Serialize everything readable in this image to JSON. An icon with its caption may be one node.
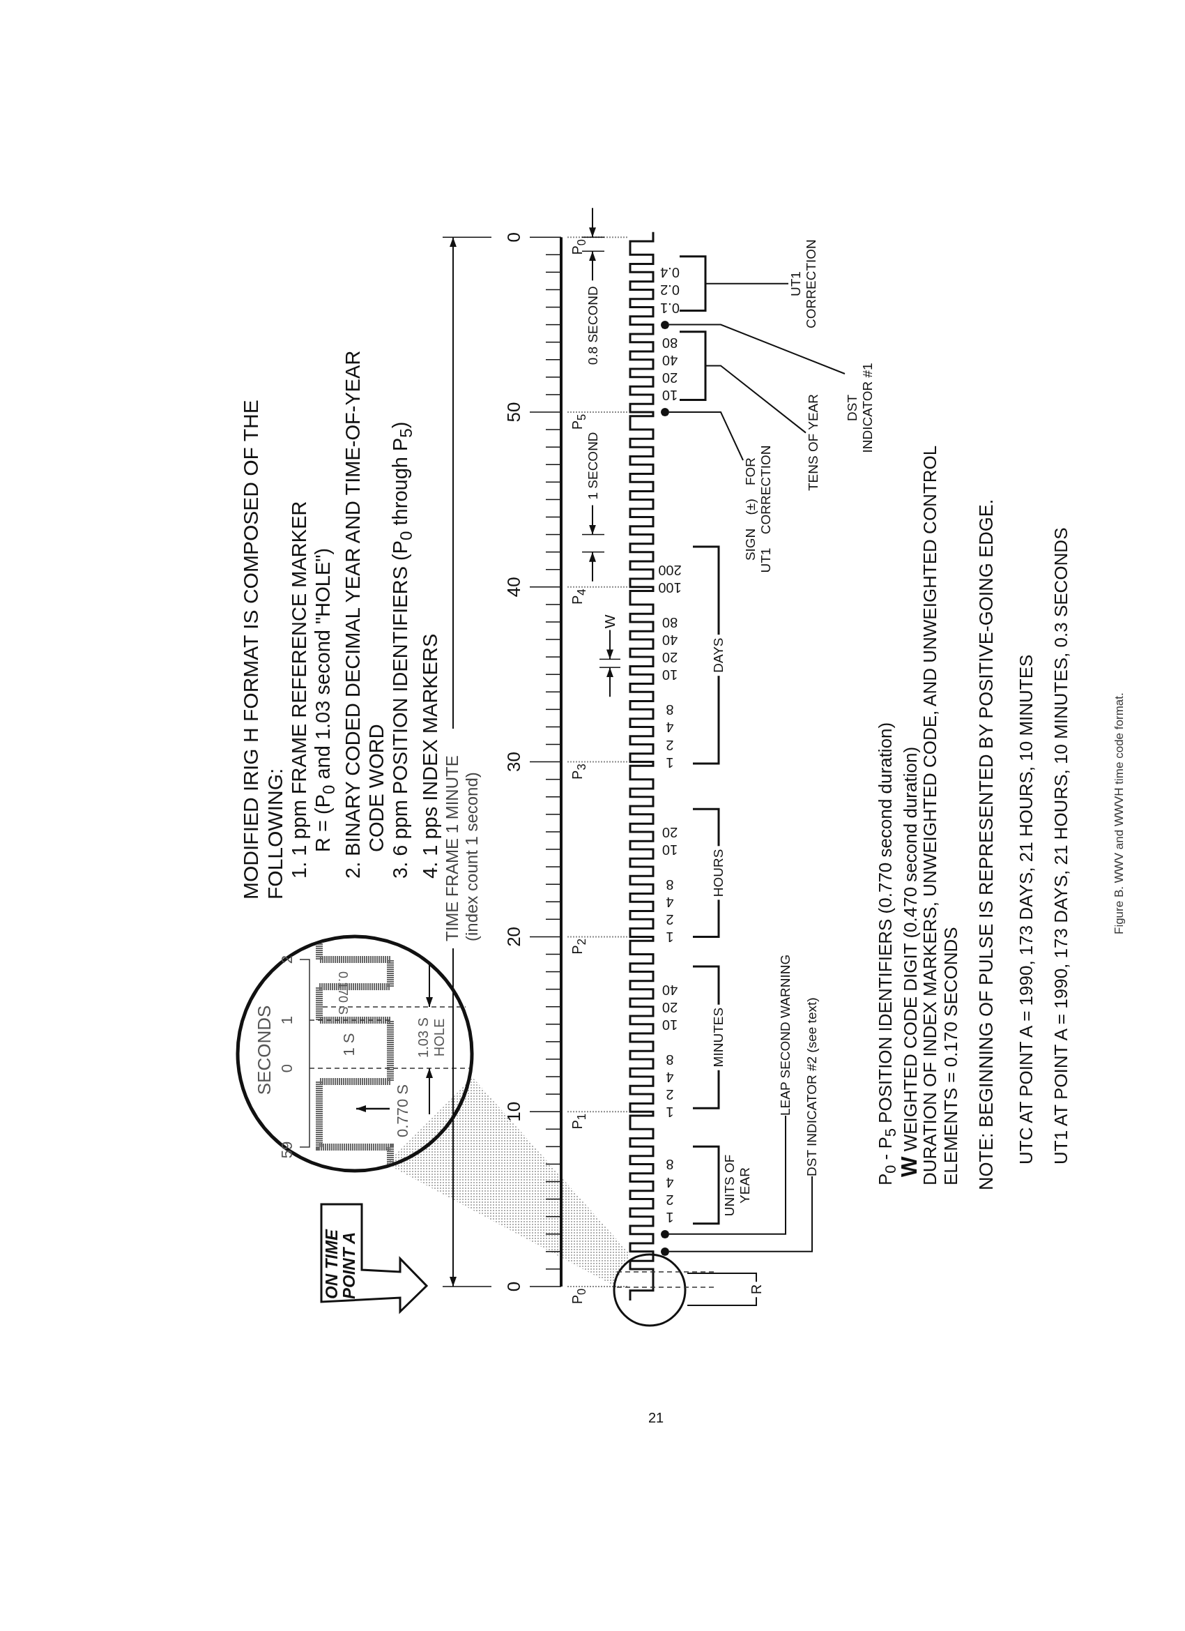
{
  "diagram": {
    "title": "MODIFIED IRIG H FORMAT IS COMPOSED OF THE FOLLOWING:",
    "caption": "Figure B. WWV and WWVH time code format.",
    "nodes": [
      {
        "text": [
          "ON TIME POINT A"
        ]
      },
      {
        "text": [
          "LEAP SECOND WARNING"
        ]
      },
      {
        "text": [
          "DST INDICATOR #2 (see text)"
        ]
      },
      {
        "text": [
          "SIGN (±) FOR UT1 CORRECTION"
        ]
      },
      {
        "text": [
          "TENS OF YEAR"
        ]
      },
      {
        "text": [
          "DST INDICATOR #1"
        ]
      },
      {
        "text": [
          "UT1 CORRECTION"
        ]
      },
      {
        "text": [],
        "shape": "circle"
      },
      {
        "text": [],
        "shape": "circle"
      },
      {
        "text": [],
        "shape": "circle"
      },
      {
        "text": [],
        "shape": "circle"
      },
      {
        "text": [],
        "shape": "bracket"
      },
      {
        "text": [],
        "shape": "bracket"
      }
    ],
    "edges": [
      {
        "from": 1,
        "to": 9,
        "arrow": "none"
      },
      {
        "from": 2,
        "to": 10,
        "arrow": "none"
      },
      {
        "from": 3,
        "to": 8,
        "arrow": "none"
      },
      {
        "from": 4,
        "to": 12,
        "arrow": "none"
      },
      {
        "from": 5,
        "to": 7,
        "arrow": "none"
      },
      {
        "from": 6,
        "to": 11,
        "arrow": "none"
      }
    ],
    "labels": [
      "1. 1 ppm FRAME REFERENCE MARKER",
      "R = (P$_{0}$ and 1.03 second \"HOLE\")",
      "2. BINARY CODED DECIMAL YEAR AND TIME-OF-YEAR CODE WORD",
      "3. 6 ppm POSITION IDENTIFIERS (P$_{0}$ through P$_{5}$)",
      "4. 1 pps INDEX MARKERS",
      "TIME FRAME 1 MINUTE (index count 1 second)",
      "SECONDS",
      "59",
      "0",
      "1",
      "2",
      "1 S",
      "0.170 S",
      "0.770 S",
      "1.03 S HOLE",
      "0",
      "10",
      "20",
      "30",
      "40",
      "50",
      "0",
      "P$_{0}$",
      "P$_{1}$",
      "P$_{2}$",
      "P$_{3}$",
      "P$_{4}$",
      "P$_{5}$",
      "P$_{0}$",
      "R",
      "1",
      "2",
      "4",
      "8",
      "1",
      "2",
      "4",
      "8",
      "10",
      "20",
      "40",
      "1",
      "2",
      "4",
      "8",
      "10",
      "20",
      "1",
      "2",
      "4",
      "8",
      "10",
      "20",
      "40",
      "80",
      "100",
      "200",
      "10",
      "20",
      "40",
      "80",
      "0.1",
      "0.2",
      "0.4",
      "UNITS OF YEAR",
      "MINUTES",
      "HOURS",
      "DAYS",
      "W",
      "1 SECOND",
      "0.8 SECOND",
      "P$_{0}$ - P$_{5}$ POSITION IDENTIFIERS (0.770 second duration)",
      "**W** WEIGHTED CODE DIGIT (0.470 second duration)",
      "DURATION OF INDEX MARKERS, UNWEIGHTED CODE, AND UNWEIGHTED CONTROL ELEMENTS = 0.170 SECONDS",
      "NOTE: BEGINNING OF PULSE IS REPRESENTED BY POSITIVE-GOING EDGE.",
      "UTC AT POINT A = 1990, 173 DAYS, 21 HOURS, 10 MINUTES",
      "UT1 AT POINT A = 1990, 173 DAYS, 21 HOURS, 10 MINUTES, 0.3 SECONDS",
      "21"
    ]
  }
}
